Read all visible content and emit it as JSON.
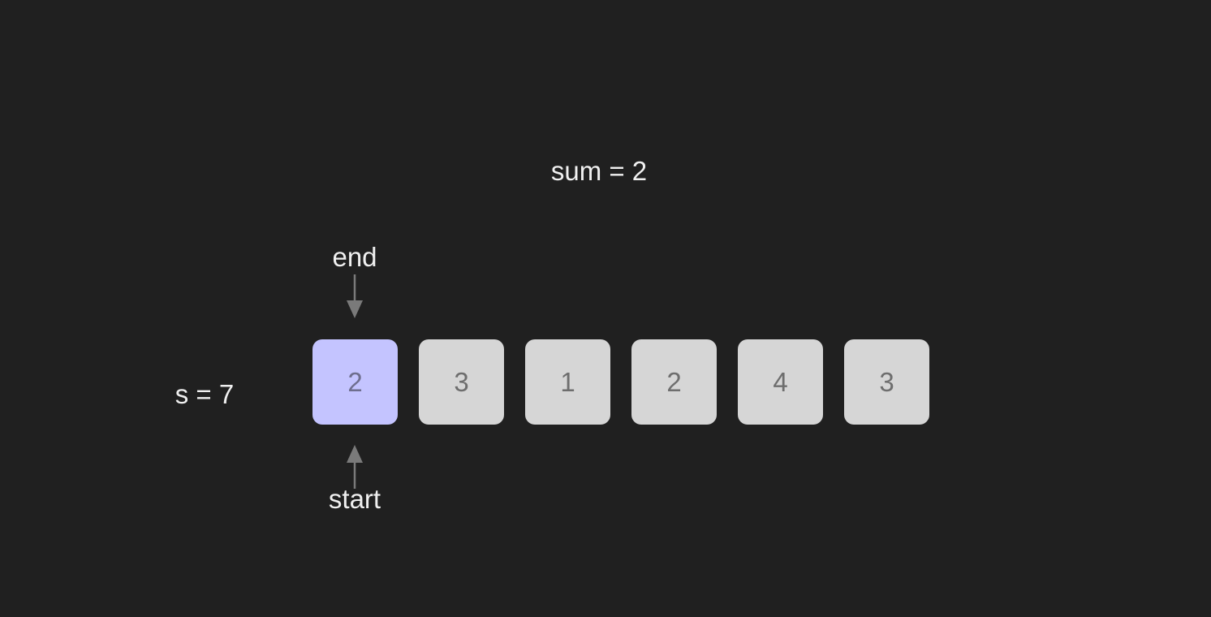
{
  "sum_text": "sum = 2",
  "target_text": "s = 7",
  "array": [
    {
      "value": "2",
      "active": true
    },
    {
      "value": "3",
      "active": false
    },
    {
      "value": "1",
      "active": false
    },
    {
      "value": "2",
      "active": false
    },
    {
      "value": "4",
      "active": false
    },
    {
      "value": "3",
      "active": false
    }
  ],
  "pointers": {
    "end_label": "end",
    "start_label": "start",
    "end_index": 0,
    "start_index": 0
  },
  "colors": {
    "background": "#202020",
    "cell": "#d6d6d6",
    "active_cell": "#c4c4ff",
    "arrow": "#7a7a7a",
    "text": "#f0f0f0"
  }
}
